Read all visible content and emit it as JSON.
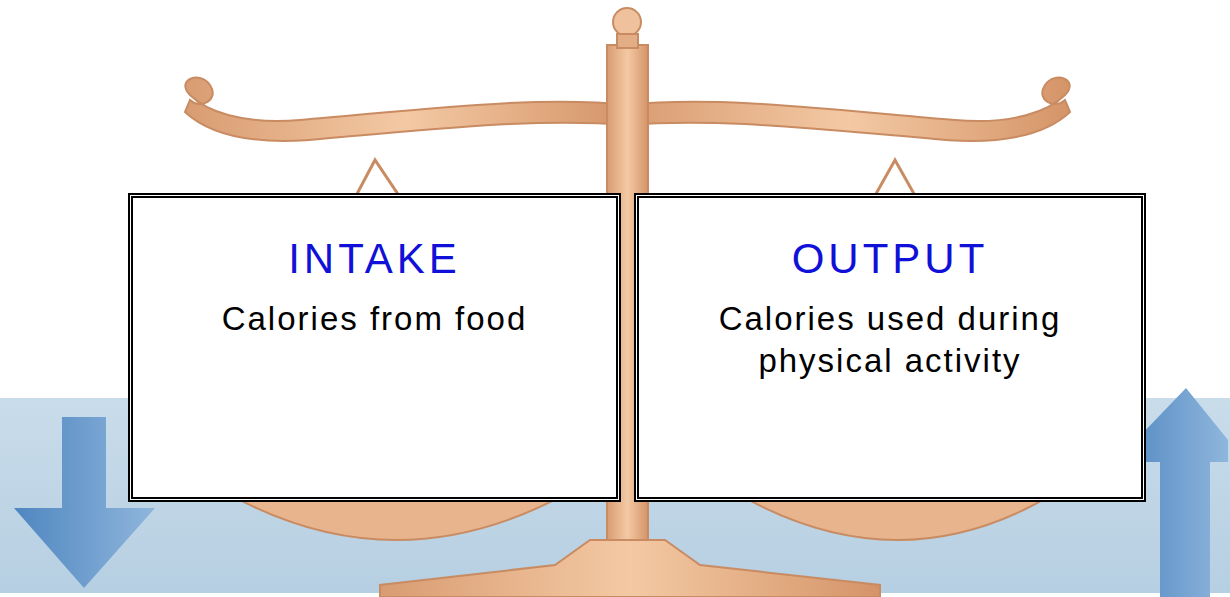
{
  "diagram": {
    "nodes": [
      {
        "text": [
          "INTAKE",
          "Calories from food"
        ]
      },
      {
        "text": [
          "OUTPUT",
          "Calories used during physical activity"
        ]
      }
    ]
  }
}
